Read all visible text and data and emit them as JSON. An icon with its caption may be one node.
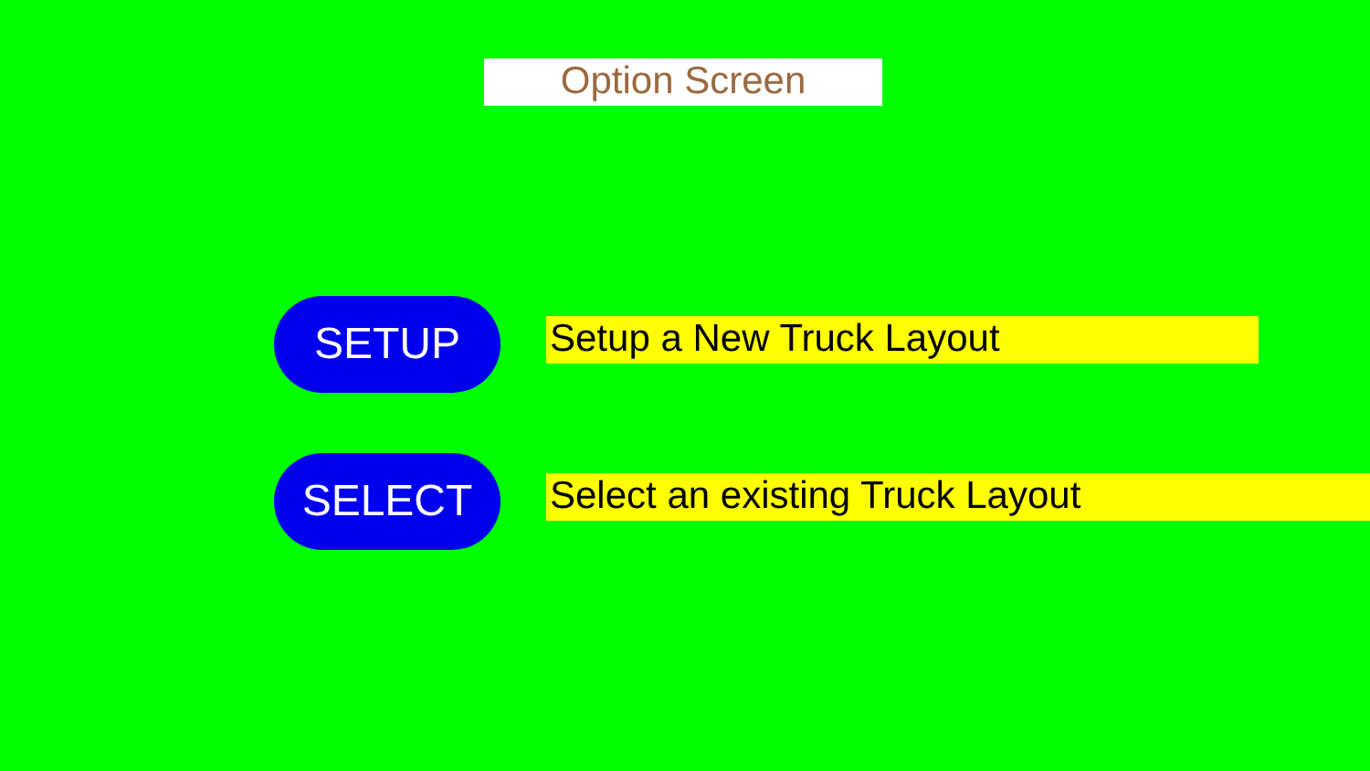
{
  "diagram": {
    "title": "Option Screen",
    "nodes": [
      {
        "text": [
          "SETUP"
        ]
      },
      {
        "text": [
          "Setup a New Truck Layout"
        ]
      },
      {
        "text": [
          "SELECT"
        ]
      },
      {
        "text": [
          "Select an existing Truck Layout"
        ]
      }
    ]
  }
}
